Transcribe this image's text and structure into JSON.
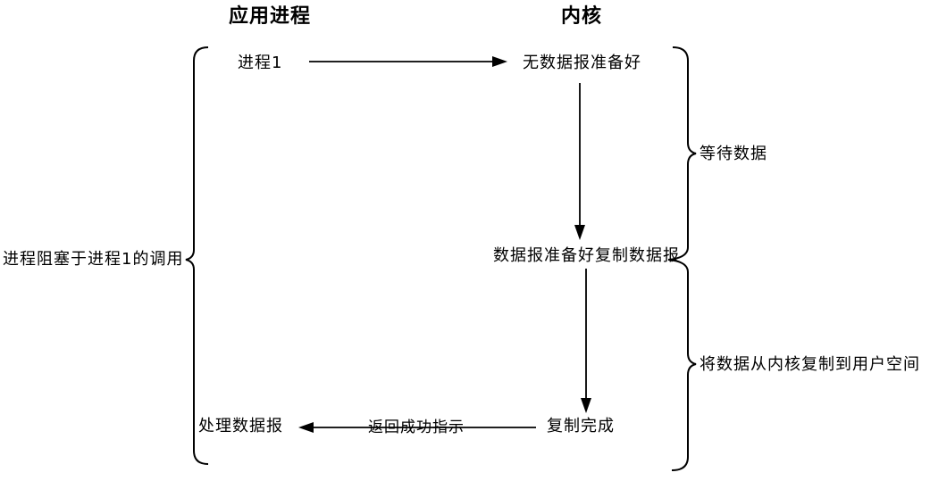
{
  "diagram": {
    "columns": {
      "left_header": "应用进程",
      "right_header": "内核"
    },
    "side_label": "进程阻塞于进程1的调用",
    "nodes": {
      "process1": "进程1",
      "no_datagram_ready": "无数据报准备好",
      "datagram_ready_copy": "数据报准备好复制数据报",
      "copy_complete": "复制完成",
      "process_datagram": "处理数据报"
    },
    "edge_labels": {
      "return_success": "返回成功指示"
    },
    "brace_labels": {
      "wait_for_data": "等待数据",
      "copy_kernel_to_user": "将数据从内核复制到用户空间"
    },
    "colors": {
      "stroke": "#000000",
      "text": "#000000",
      "background": "#ffffff"
    }
  }
}
